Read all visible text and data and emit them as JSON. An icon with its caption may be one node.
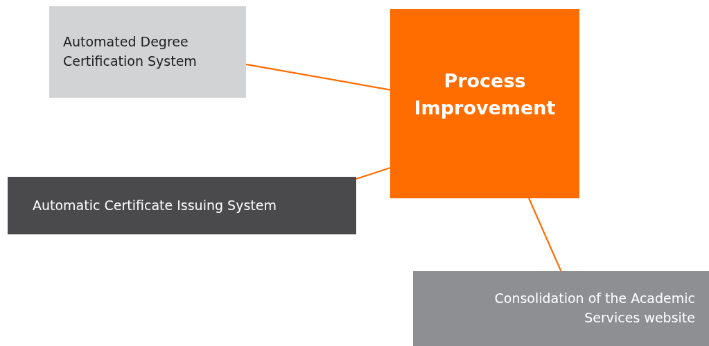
{
  "diagram": {
    "nodes": [
      {
        "text": [
          "Process Improvement"
        ]
      },
      {
        "text": [
          "Automated Degree Certification System"
        ]
      },
      {
        "text": [
          "Automatic Certificate Issuing System"
        ]
      },
      {
        "text": [
          "Consolidation of the Academic Services website"
        ]
      }
    ],
    "edges": [
      {
        "from": 0,
        "to": 1,
        "arrow": "none"
      },
      {
        "from": 0,
        "to": 2,
        "arrow": "none"
      },
      {
        "from": 0,
        "to": 3,
        "arrow": "none"
      }
    ]
  }
}
